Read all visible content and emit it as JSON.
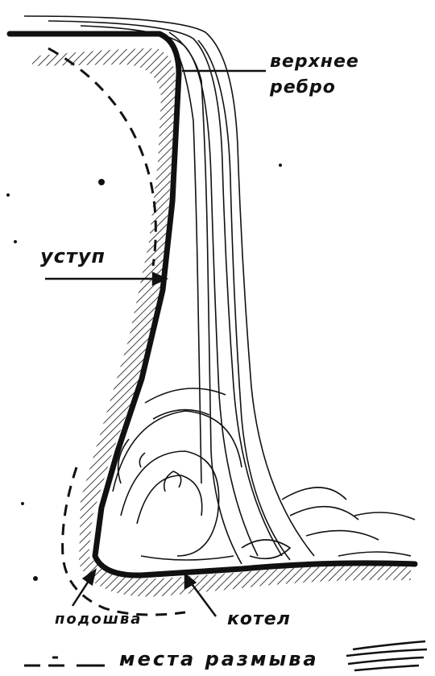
{
  "labels": {
    "top_edge_line1": "верхнее",
    "top_edge_line2": "ребро",
    "ledge": "уступ",
    "base": "подошва",
    "cauldron": "котел"
  },
  "legend": {
    "erosion_text": "места размыва"
  },
  "colors": {
    "ink": "#111111",
    "background": "#ffffff"
  }
}
